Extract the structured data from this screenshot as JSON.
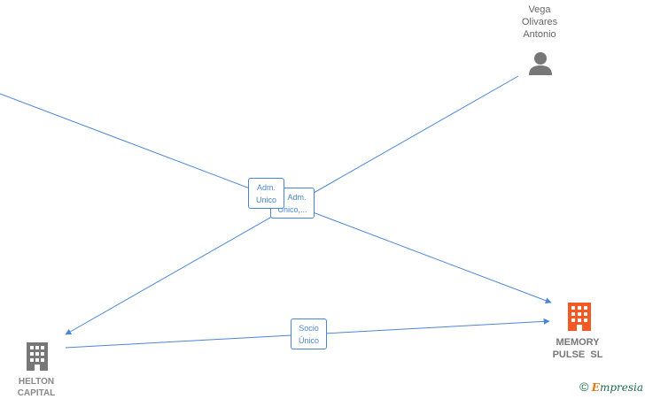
{
  "nodes": {
    "person": {
      "lines": [
        "Vega",
        "Olivares",
        "Antonio"
      ]
    },
    "memory": {
      "lines": [
        "MEMORY",
        "PULSE  SL"
      ]
    },
    "helton": {
      "lines": [
        "HELTON",
        "CAPITAL"
      ]
    }
  },
  "edges": {
    "adm1": {
      "lines": [
        "Adm.",
        "Unico"
      ]
    },
    "adm2": {
      "lines": [
        "Adm.",
        "Unico,..."
      ]
    },
    "socio": {
      "lines": [
        "Socio",
        "Único"
      ]
    }
  },
  "colors": {
    "edge": "#4a86d4",
    "company_main": "#f15a24",
    "company_other": "#777777",
    "person": "#777777"
  },
  "brand": {
    "copyright": "©",
    "initial": "E",
    "rest": "mpresia"
  }
}
